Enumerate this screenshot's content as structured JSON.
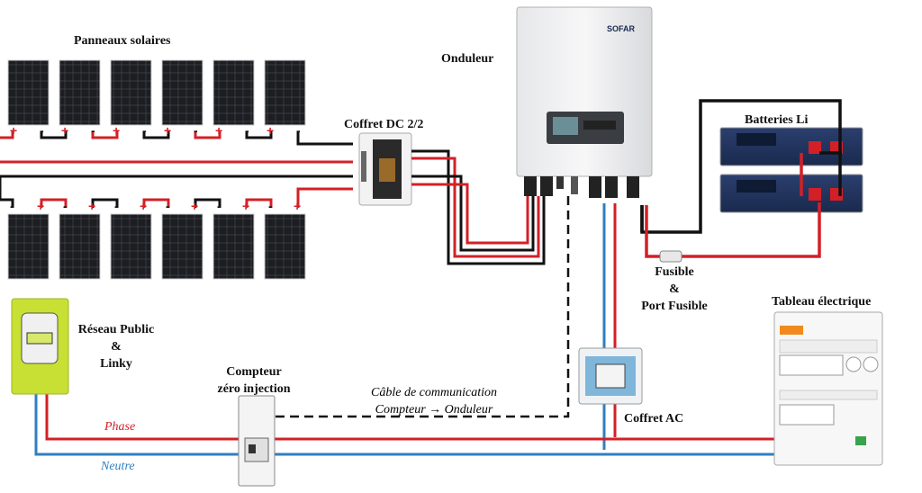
{
  "labels": {
    "solar_panels": "Panneaux solaires",
    "dc_box": "Coffret DC 2/2",
    "inverter": "Onduleur",
    "inverter_brand": "SOFAR",
    "batteries": "Batteries Li",
    "fuse_line1": "Fusible",
    "fuse_line2": "&",
    "fuse_line3": "Port Fusible",
    "panel_board": "Tableau électrique",
    "grid_line1": "Réseau Public",
    "grid_line2": "&",
    "grid_line3": "Linky",
    "meter_line1": "Compteur",
    "meter_line2": "zéro injection",
    "comm_line1": "Câble de communication",
    "comm_line2": "Compteur → Onduleur",
    "ac_box": "Coffret AC",
    "phase": "Phase",
    "neutre": "Neutre"
  },
  "colors": {
    "positive_wire": "#d32027",
    "negative_wire": "#111111",
    "phase_wire": "#d32027",
    "neutral_wire": "#2f7fc1",
    "linky_body": "#c8e034",
    "panel_cell": "#1c1c1e"
  }
}
